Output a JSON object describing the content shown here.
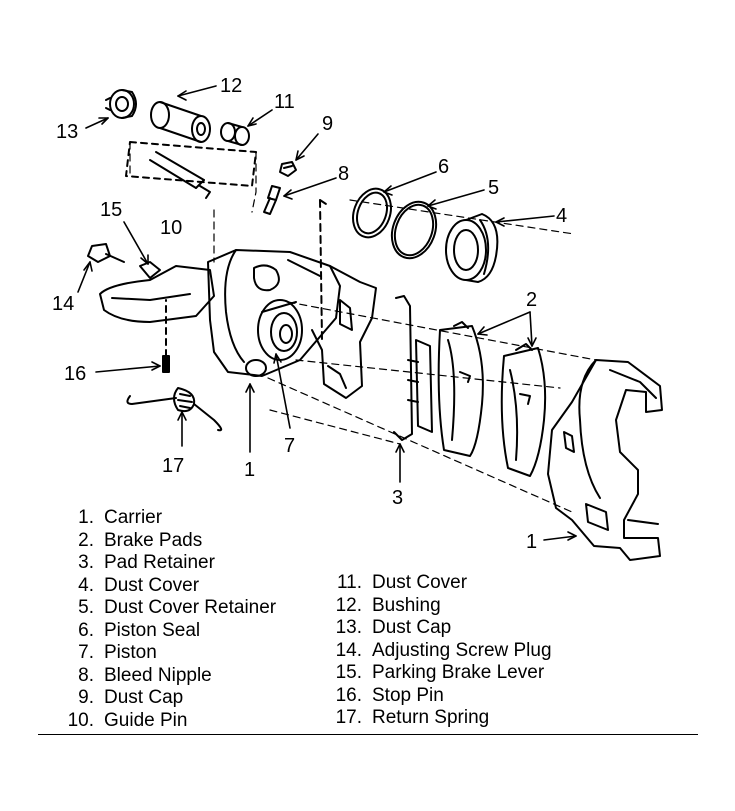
{
  "callouts": [
    "1",
    "2",
    "3",
    "4",
    "5",
    "6",
    "7",
    "8",
    "9",
    "10",
    "11",
    "12",
    "13",
    "14",
    "15",
    "16",
    "17"
  ],
  "legend": {
    "left": [
      {
        "num": "1.",
        "label": "Carrier"
      },
      {
        "num": "2.",
        "label": "Brake Pads"
      },
      {
        "num": "3.",
        "label": "Pad Retainer"
      },
      {
        "num": "4.",
        "label": "Dust Cover"
      },
      {
        "num": "5.",
        "label": "Dust Cover Retainer"
      },
      {
        "num": "6.",
        "label": "Piston Seal"
      },
      {
        "num": "7.",
        "label": "Piston"
      },
      {
        "num": "8.",
        "label": "Bleed Nipple"
      },
      {
        "num": "9.",
        "label": "Dust Cap"
      },
      {
        "num": "10.",
        "label": "Guide Pin"
      }
    ],
    "right": [
      {
        "num": "11.",
        "label": "Dust Cover"
      },
      {
        "num": "12.",
        "label": "Bushing"
      },
      {
        "num": "13.",
        "label": "Dust Cap"
      },
      {
        "num": "14.",
        "label": "Adjusting Screw Plug"
      },
      {
        "num": "15.",
        "label": "Parking Brake Lever"
      },
      {
        "num": "16.",
        "label": "Stop Pin"
      },
      {
        "num": "17.",
        "label": "Return Spring"
      }
    ]
  }
}
